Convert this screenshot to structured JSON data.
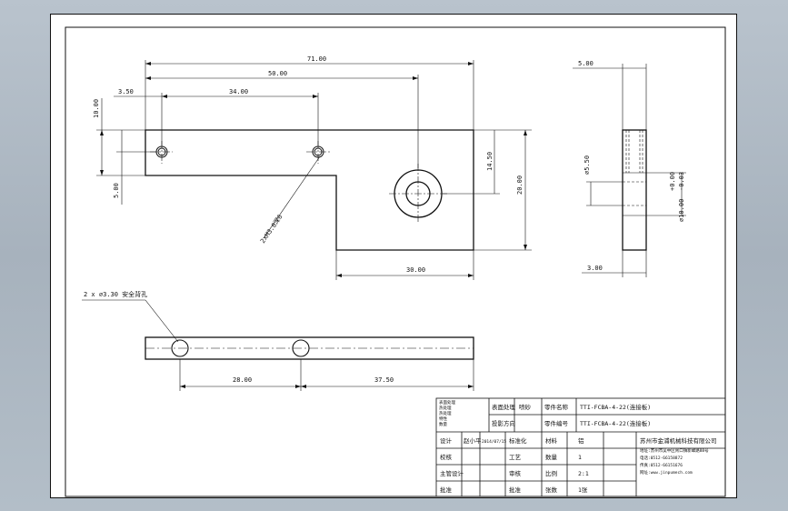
{
  "dimensions": {
    "overall_length": "71.00",
    "hole_to_hole_far": "50.00",
    "hole_pitch": "34.00",
    "edge_to_hole": "3.50",
    "top_to_hole": "10.00",
    "hole_row_offset": "5.00",
    "step_height": "14.50",
    "overall_height": "20.00",
    "step_length": "30.00",
    "thickness": "5.00",
    "small_bore": "∅5.50",
    "tolerance_plus": "+0.00",
    "tolerance_minus": "-0.03",
    "counterbore": "∅10.00",
    "side_bottom": "3.00",
    "thread_note": "2xM3.0深6",
    "hole_callout": "2 x ∅3.30 安全背孔",
    "bottom_left": "28.00",
    "bottom_right": "37.50"
  },
  "title_block": {
    "notes": [
      "表面处理",
      "热处理",
      "热处理",
      "特性",
      "数量"
    ],
    "surface_treatment_label": "表面处理",
    "surface_value": "喷砂",
    "projection_label": "投影方向",
    "material_name_label": "零件名称",
    "material_name_value": "TTI-FCBA-4-22(连接板)",
    "part_no_label": "零件编号",
    "part_no_value": "TTI-FCBA-4-22(连接板)",
    "design_label": "设计",
    "design_name": "赵小平",
    "design_date": "2014/07/15",
    "standardized_label": "标准化",
    "check_label": "校核",
    "process_label": "工艺",
    "chief_label": "主管设计",
    "audit_label": "审核",
    "approve_label": "批准",
    "approve2_label": "批准",
    "material_label": "材料",
    "material_value": "铝",
    "qty_label": "数量",
    "qty_value": "1",
    "scale_label": "比例",
    "scale_value": "2:1",
    "sheet_label": "张数",
    "sheet_value": "1张",
    "company_name": "苏州市金浦机械科技有限公司",
    "company_addr": "地址:苏州市吴中区胥口镇新峰路88号",
    "company_tel": "电话:0512-66158872",
    "company_fax": "传真:0512-66151676",
    "company_web": "网址:www.jinpumech.com"
  }
}
